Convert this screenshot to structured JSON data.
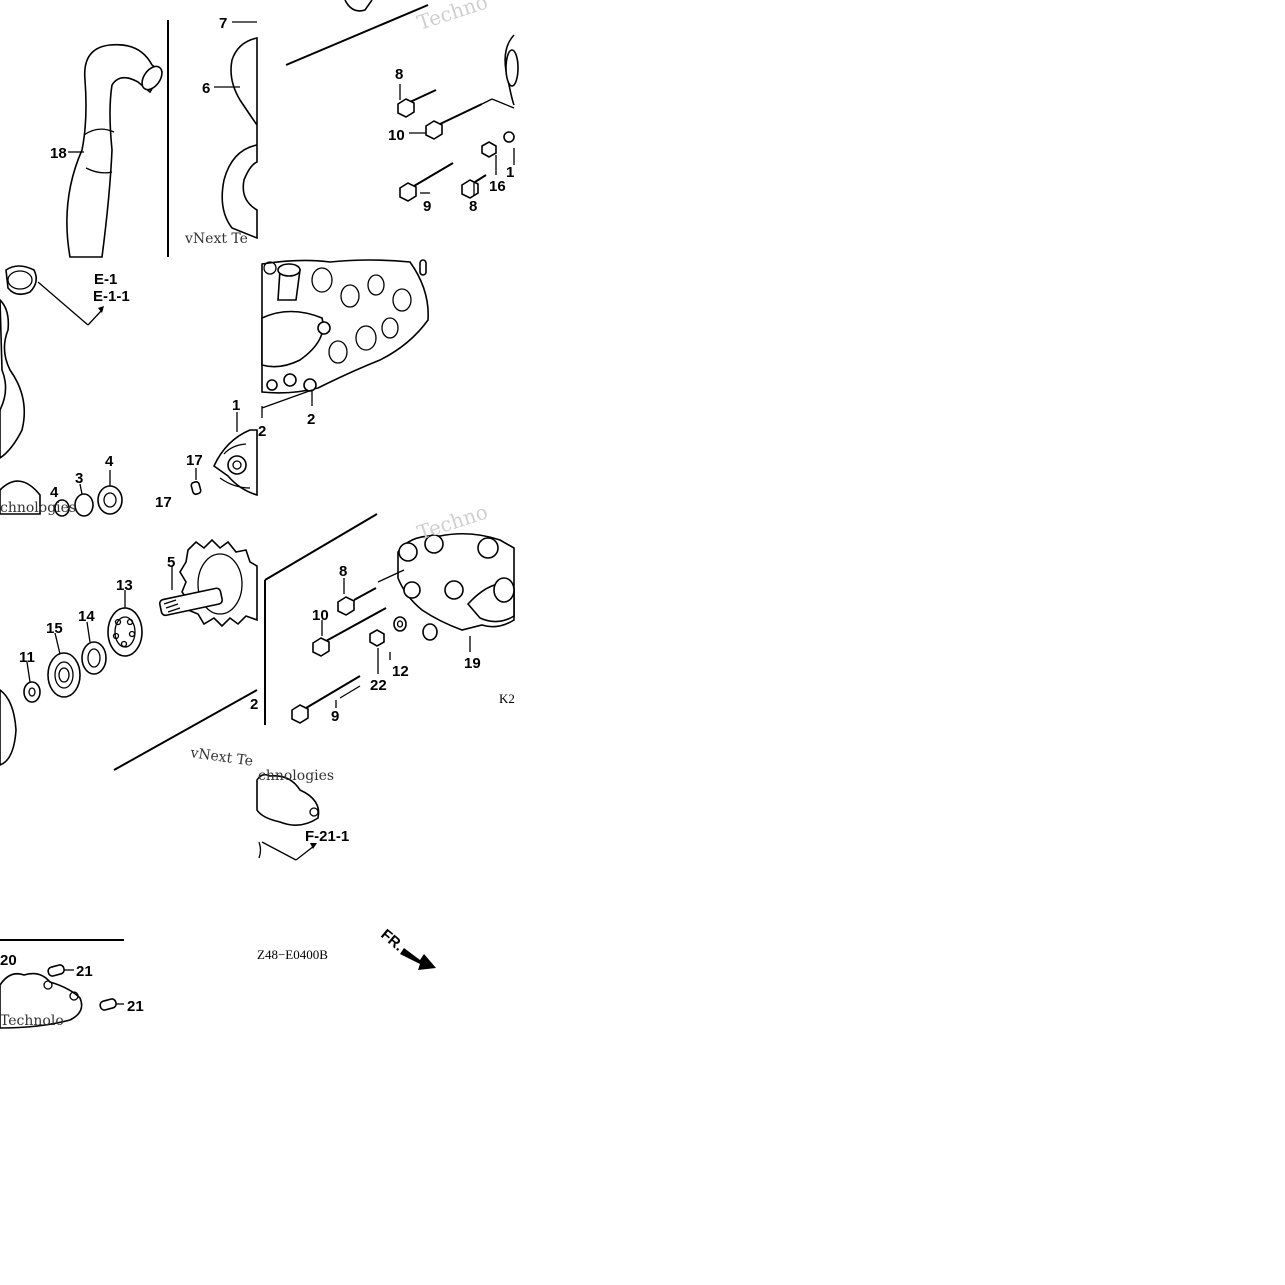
{
  "tiles": [
    {
      "id": "t1",
      "callouts": [
        "7",
        "6",
        "18"
      ]
    },
    {
      "id": "t2",
      "callouts": [
        "8",
        "10",
        "16",
        "1",
        "9",
        "8"
      ]
    },
    {
      "id": "t3",
      "callouts": [
        "1",
        "4",
        "3",
        "4",
        "17",
        "17"
      ],
      "refs": [
        "E-1",
        "E-1-1"
      ]
    },
    {
      "id": "t4",
      "callouts": [
        "2",
        "2"
      ]
    },
    {
      "id": "t5",
      "callouts": [
        "5",
        "13",
        "15",
        "14",
        "11",
        "2"
      ]
    },
    {
      "id": "t6",
      "callouts": [
        "8",
        "10",
        "12",
        "22",
        "19",
        "9"
      ],
      "code": "K2"
    },
    {
      "id": "t7",
      "refs": [
        "F-21-1"
      ]
    },
    {
      "id": "t8",
      "callouts": [
        "20",
        "21",
        "21"
      ]
    },
    {
      "id": "t9",
      "code": "Z48−E0400B",
      "direction": "FR."
    }
  ],
  "watermarks": [
    "vNext Technologies",
    "Technologies",
    "Techno",
    "vNext Te",
    "chnologies",
    "Technolo"
  ]
}
